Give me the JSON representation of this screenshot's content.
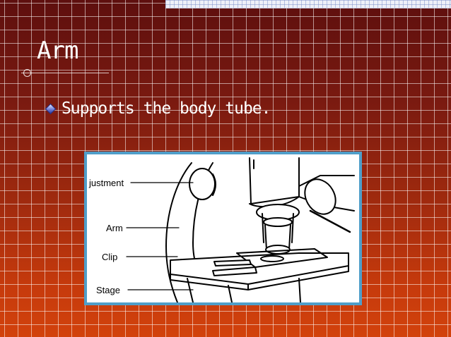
{
  "slide": {
    "title": "Arm",
    "bullets": [
      "Supports the body tube."
    ]
  },
  "figure": {
    "labels": {
      "adjustment": "justment",
      "arm": "Arm",
      "clip": "Clip",
      "stage": "Stage"
    }
  },
  "colors": {
    "background_top": "#5e0f0e",
    "background_bottom": "#d2420c",
    "grid": "#ffffff",
    "figure_border": "#4f9ec9",
    "bullet": "#6f7fd8"
  }
}
